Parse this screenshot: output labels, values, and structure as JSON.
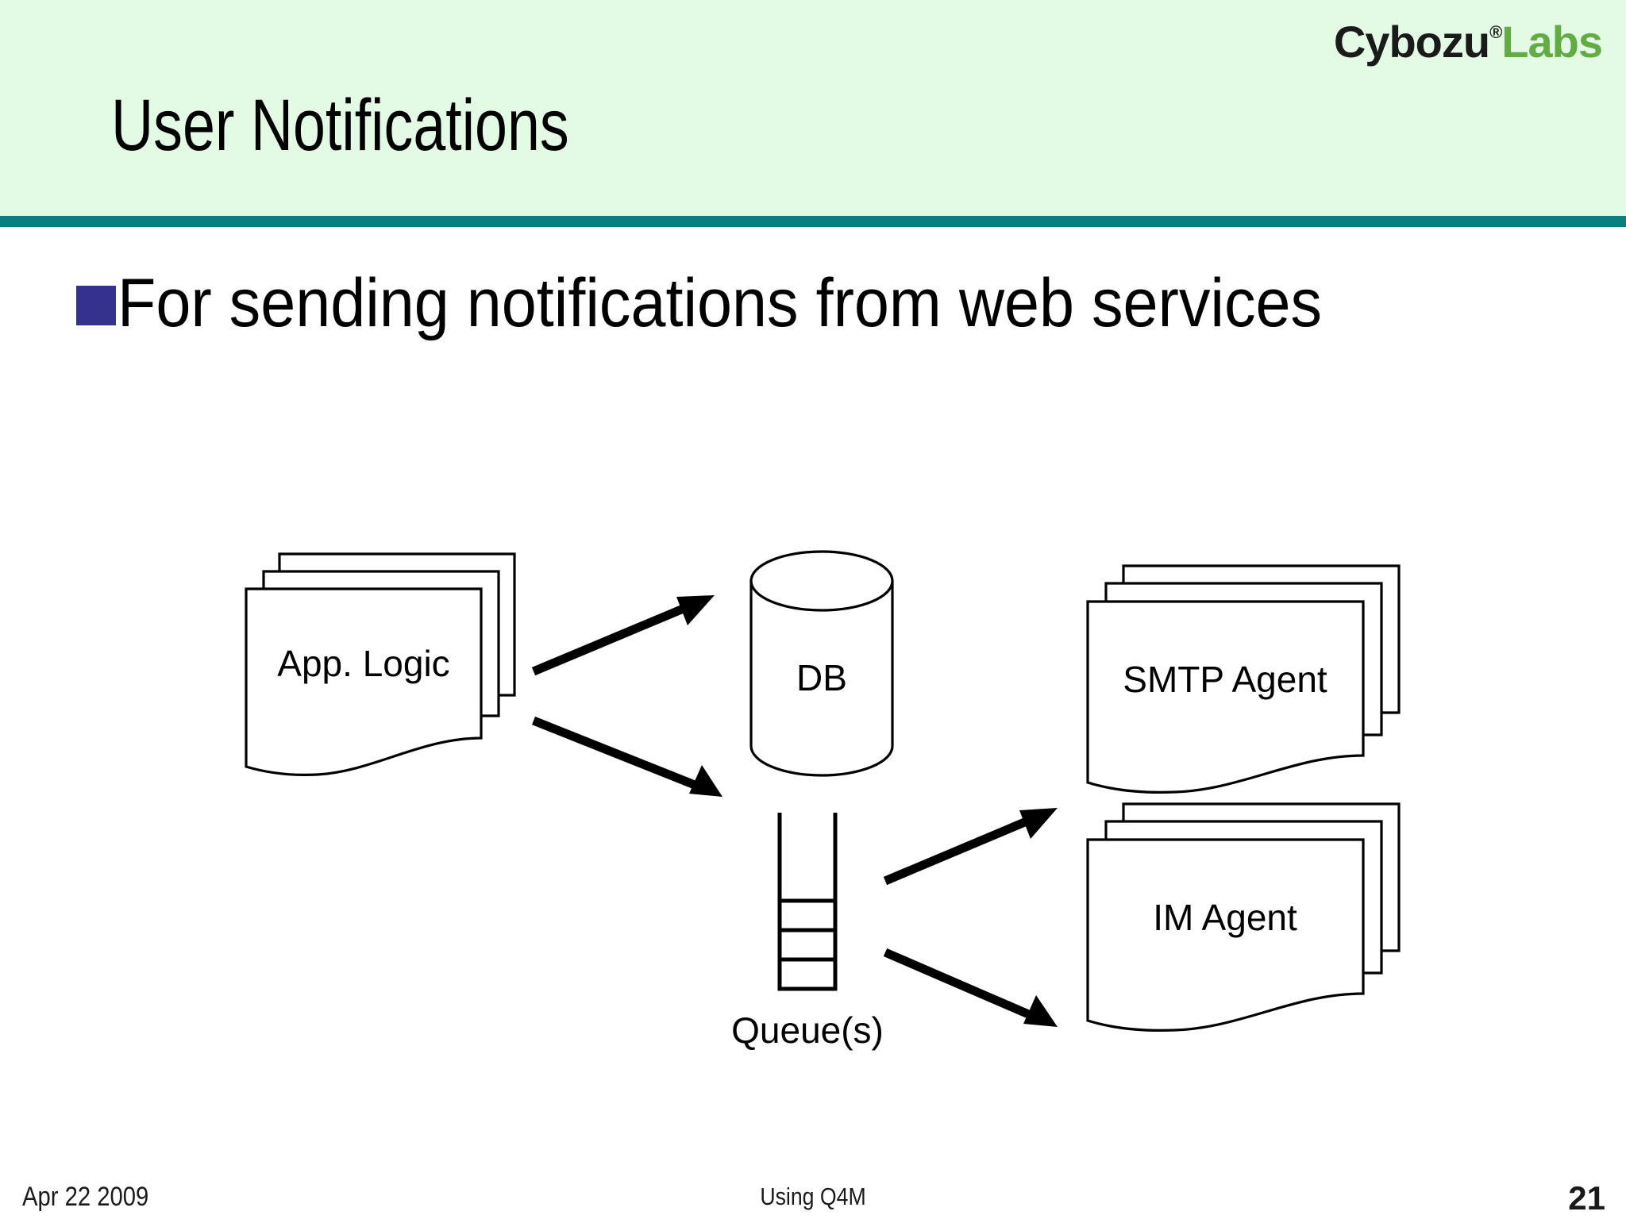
{
  "slide": {
    "title": "User Notifications",
    "page_number": "21",
    "theme": {
      "header_bg": "#e3fbe4",
      "header_rule": "#07807f",
      "bullet_marker": "#33318c",
      "body_bg": "#ffffff",
      "ink": "#000000"
    }
  },
  "brand": {
    "name_dark": "Cybozu",
    "registered_mark": "®",
    "name_light": "Labs",
    "dark_color": "#1a1a1a",
    "light_color": "#63ac44"
  },
  "body": {
    "bullets": [
      {
        "marker": "square",
        "text": "For sending notifications from web services"
      }
    ]
  },
  "diagram": {
    "type": "architecture-flow",
    "nodes": [
      {
        "id": "app-logic",
        "label": "App. Logic",
        "shape": "stacked-documents"
      },
      {
        "id": "db",
        "label": "DB",
        "shape": "cylinder"
      },
      {
        "id": "queue",
        "label": "Queue(s)",
        "shape": "queue-column"
      },
      {
        "id": "smtp-agent",
        "label": "SMTP Agent",
        "shape": "stacked-documents"
      },
      {
        "id": "im-agent",
        "label": "IM Agent",
        "shape": "stacked-documents"
      }
    ],
    "edges": [
      {
        "from": "app-logic",
        "to": "db",
        "style": "solid-arrow"
      },
      {
        "from": "app-logic",
        "to": "queue",
        "style": "solid-arrow"
      },
      {
        "from": "queue",
        "to": "smtp-agent",
        "style": "solid-arrow"
      },
      {
        "from": "queue",
        "to": "im-agent",
        "style": "solid-arrow"
      }
    ]
  },
  "footer": {
    "date": "Apr 22 2009",
    "deck_title": "Using Q4M",
    "page": "21"
  }
}
